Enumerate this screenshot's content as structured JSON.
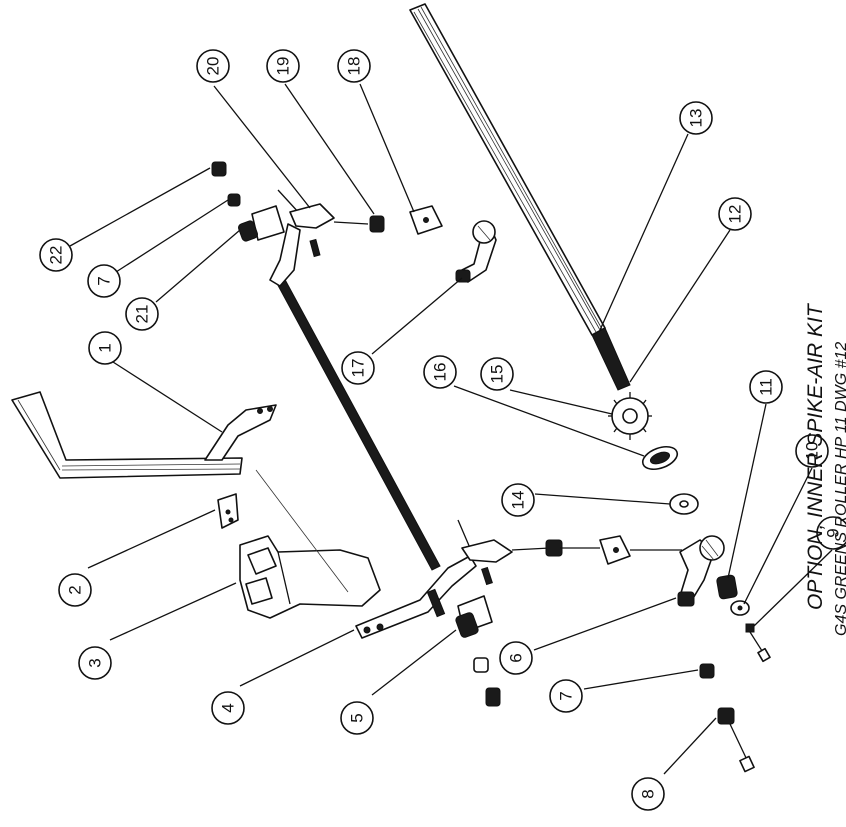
{
  "title": "OPTION, INNER SPIKE-AIR KIT",
  "subtitle": "G4S GREENS ROLLER HP 11   DWG #12",
  "callouts": [
    "1",
    "2",
    "3",
    "4",
    "5",
    "6",
    "7",
    "8",
    "9",
    "10",
    "11",
    "12",
    "13",
    "14",
    "15",
    "16",
    "17",
    "18",
    "19",
    "20",
    "21",
    "22",
    "7"
  ]
}
